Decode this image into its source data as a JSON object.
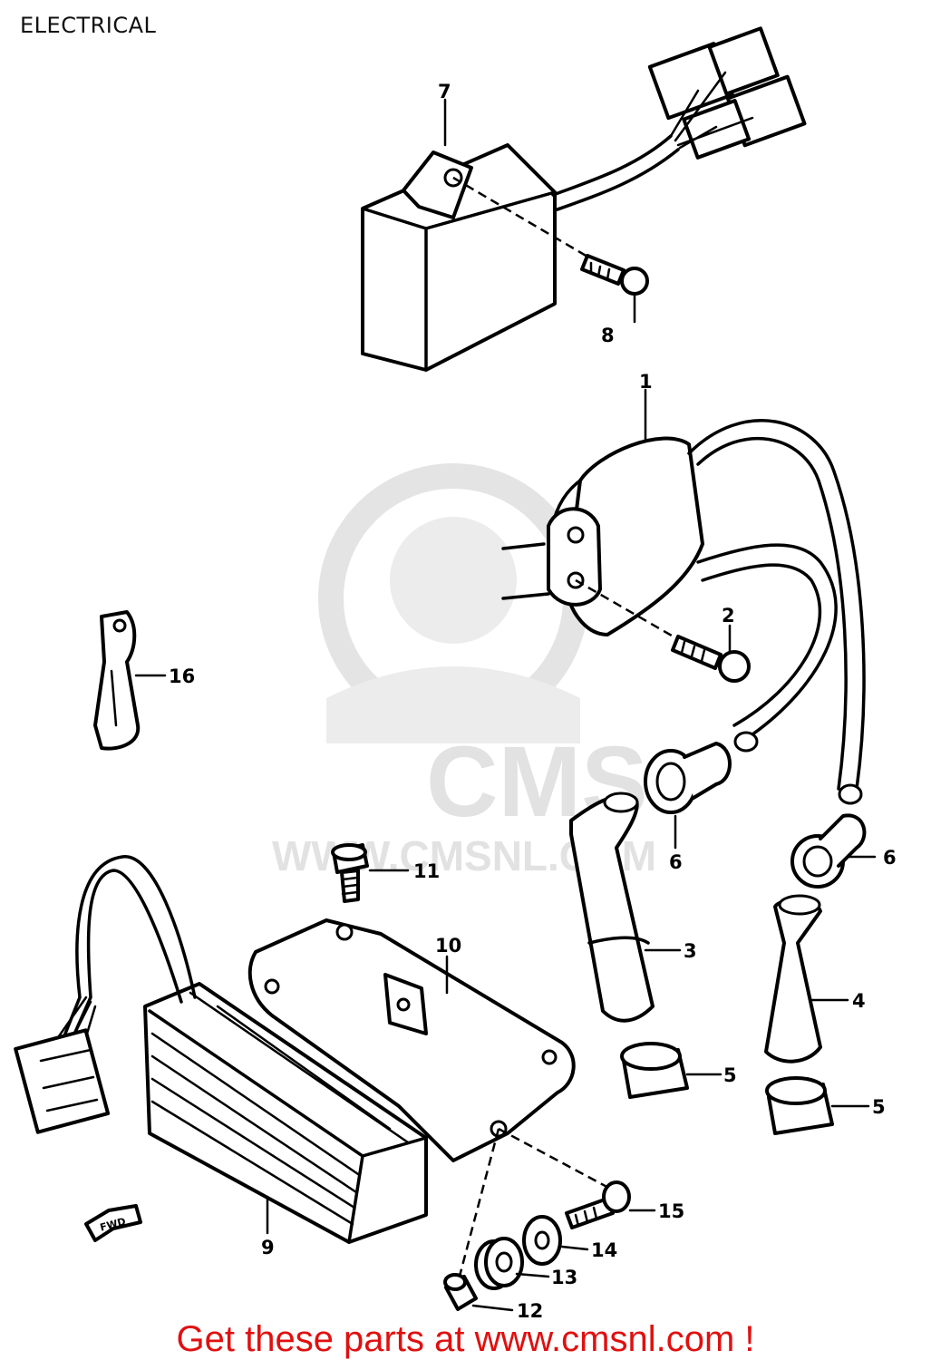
{
  "header": {
    "title": "ELECTRICAL"
  },
  "watermark": {
    "logo_text": "CMS",
    "url_text": "WWW.CMSNL.COM"
  },
  "callouts": {
    "p1": "1",
    "p2": "2",
    "p3": "3",
    "p4": "4",
    "p5a": "5",
    "p5b": "5",
    "p6a": "6",
    "p6b": "6",
    "p7": "7",
    "p8": "8",
    "p9": "9",
    "p10": "10",
    "p11": "11",
    "p12": "12",
    "p13": "13",
    "p14": "14",
    "p15": "15",
    "p16": "16"
  },
  "fwd_marker": {
    "label": "FWD"
  },
  "footer": {
    "text": "Get these parts at www.cmsnl.com !",
    "color": "#e01010"
  }
}
